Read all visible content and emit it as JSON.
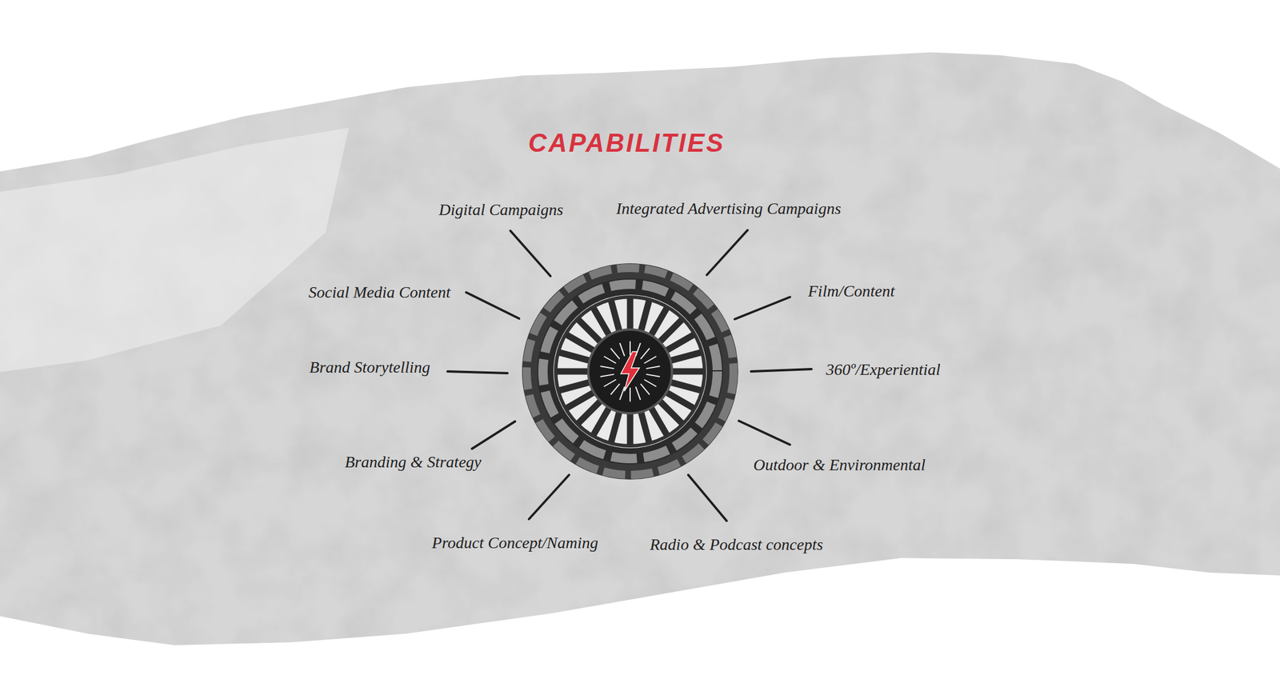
{
  "diagram": {
    "title": "CAPABILITIES",
    "labels": [
      "Digital Campaigns",
      "Integrated Advertising Campaigns",
      "Social Media Content",
      "Film/Content",
      "Brand Storytelling",
      "360º/Experiential",
      "Branding & Strategy",
      "Outdoor & Environmental",
      "Product Concept/Naming",
      "Radio & Podcast concepts"
    ]
  }
}
